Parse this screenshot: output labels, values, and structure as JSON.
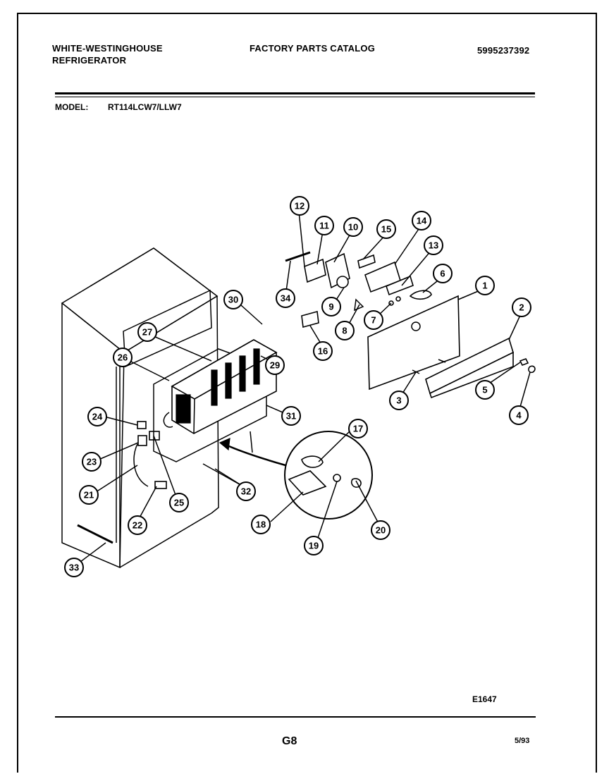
{
  "header": {
    "brand_line1": "WHITE-WESTINGHOUSE",
    "brand_line2": "REFRIGERATOR",
    "catalog_title": "FACTORY PARTS CATALOG",
    "catalog_number": "5995237392"
  },
  "model": {
    "label": "MODEL:",
    "value": "RT114LCW7/LLW7"
  },
  "diagram": {
    "code": "E1647",
    "callouts": [
      "1",
      "2",
      "3",
      "4",
      "5",
      "6",
      "7",
      "8",
      "9",
      "10",
      "11",
      "12",
      "13",
      "14",
      "15",
      "16",
      "17",
      "18",
      "19",
      "20",
      "21",
      "22",
      "23",
      "24",
      "25",
      "26",
      "27",
      "29",
      "30",
      "31",
      "32",
      "33",
      "34"
    ]
  },
  "footer": {
    "page": "G8",
    "date": "5/93"
  }
}
